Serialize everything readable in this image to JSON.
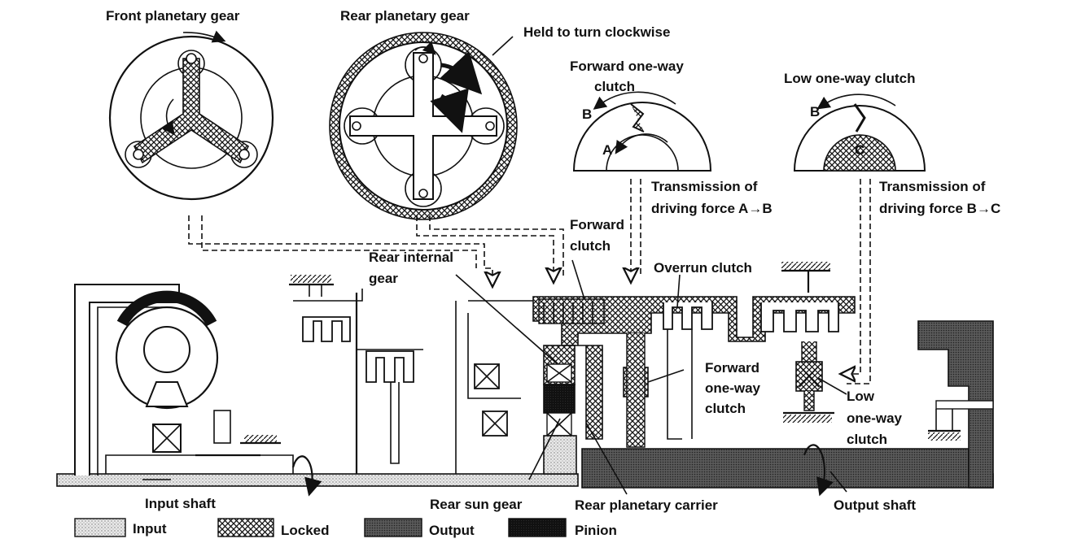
{
  "labels": {
    "front_planetary": "Front planetary gear",
    "rear_planetary": "Rear planetary gear",
    "held_clockwise": "Held to turn clockwise",
    "forward_owc_title_1": "Forward one-way",
    "forward_owc_title_2": "clutch",
    "low_owc_title": "Low one-way clutch",
    "transmission_ab_1": "Transmission of",
    "transmission_ab_2": "driving force A→B",
    "transmission_bc_1": "Transmission of",
    "transmission_bc_2": "driving force B→C",
    "forward_clutch_1": "Forward",
    "forward_clutch_2": "clutch",
    "overrun_clutch": "Overrun clutch",
    "rear_internal_1": "Rear internal",
    "rear_internal_2": "gear",
    "forward_owc_1": "Forward",
    "forward_owc_2": "one-way",
    "forward_owc_3": "clutch",
    "low_owc_1": "Low",
    "low_owc_2": "one-way",
    "low_owc_3": "clutch",
    "input_shaft": "Input shaft",
    "rear_sun_gear": "Rear sun gear",
    "rear_planetary_carrier": "Rear planetary carrier",
    "output_shaft": "Output shaft",
    "letter_a": "A",
    "letter_b1": "B",
    "letter_b2": "B",
    "letter_c": "C"
  },
  "legend": [
    {
      "label": "Input",
      "pattern": "input"
    },
    {
      "label": "Locked",
      "pattern": "locked"
    },
    {
      "label": "Output",
      "pattern": "output"
    },
    {
      "label": "Pinion",
      "pattern": "pinion"
    }
  ]
}
